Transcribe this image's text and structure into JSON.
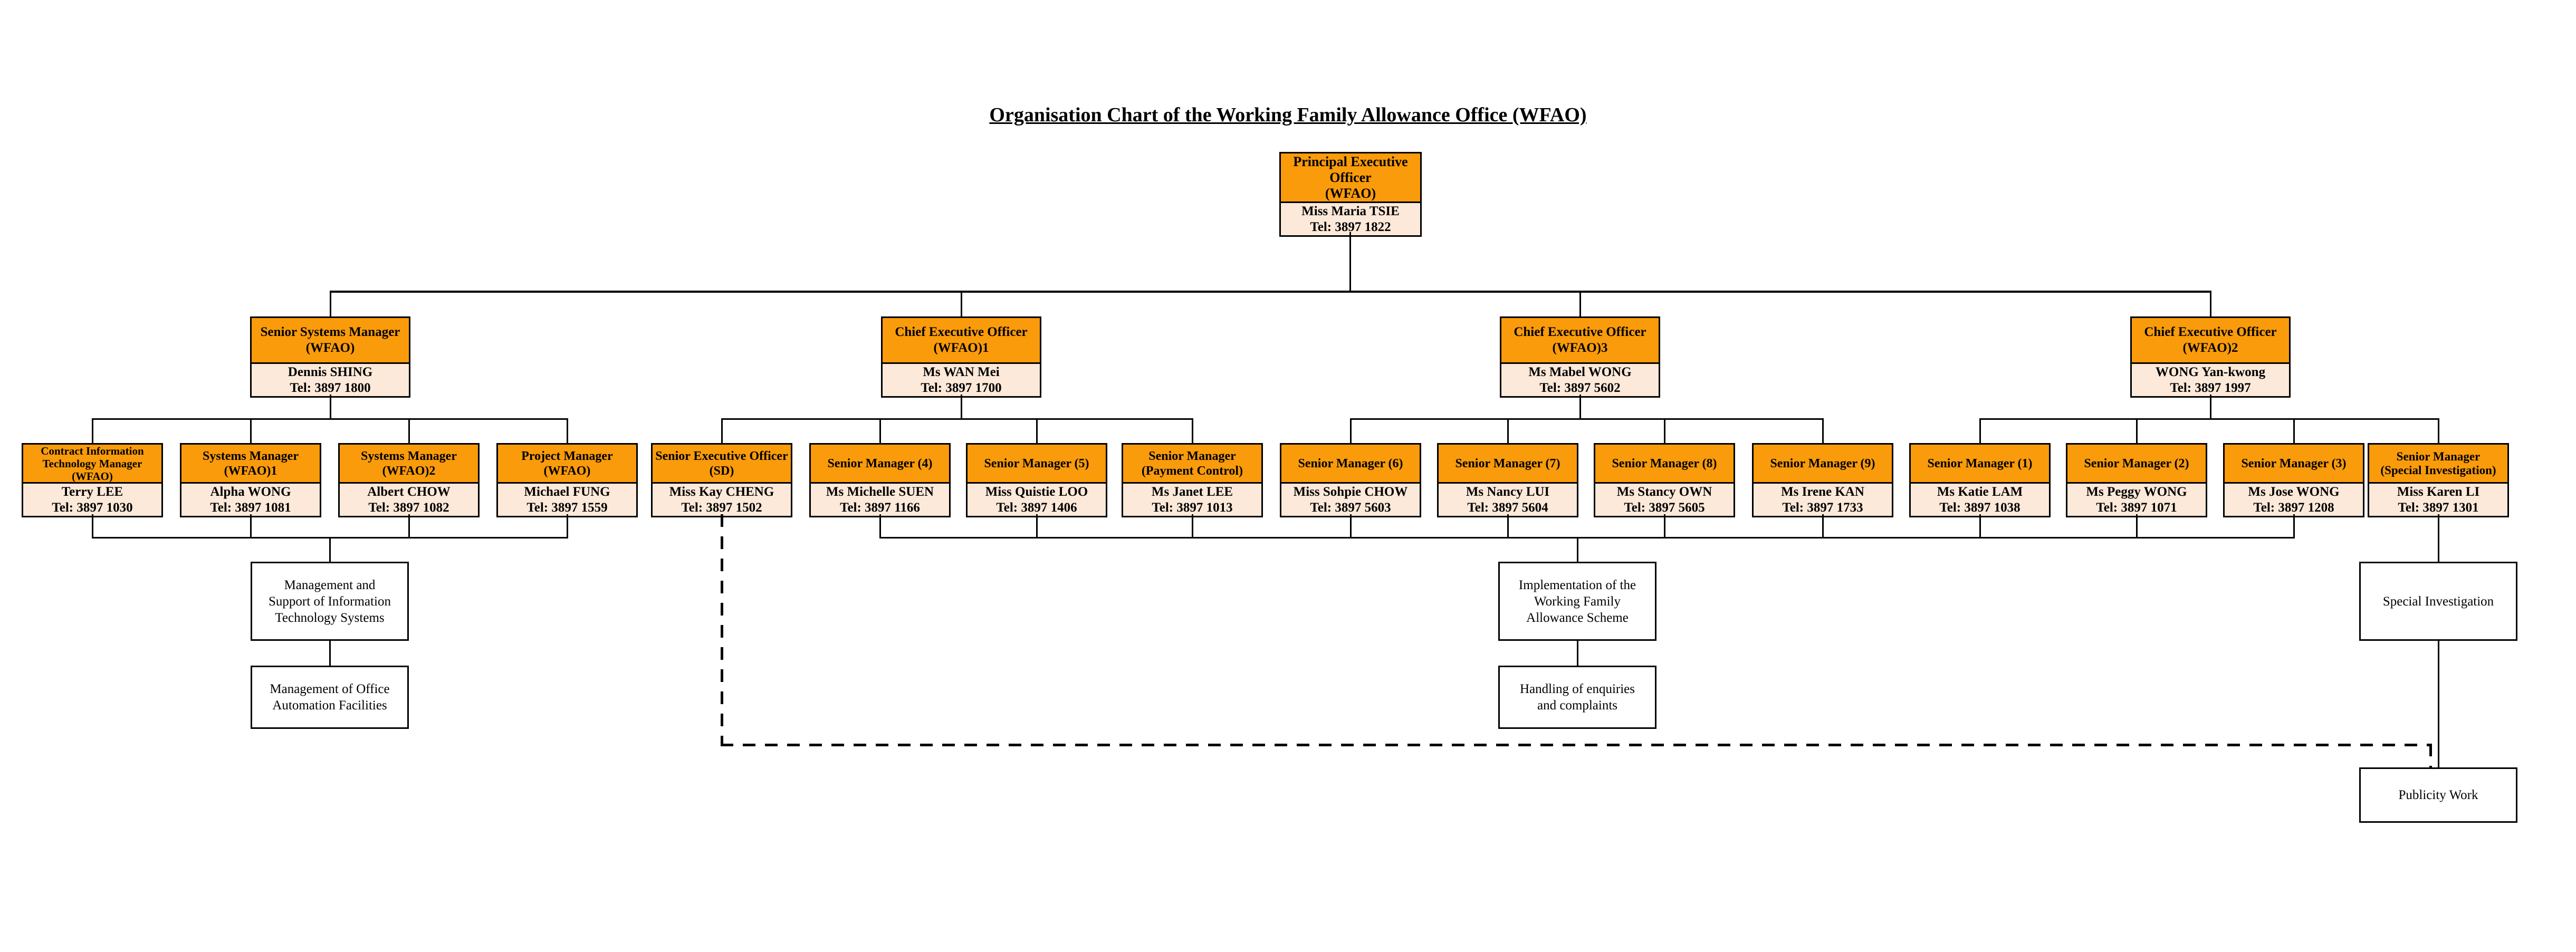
{
  "title": "Organisation Chart of the Working Family Allowance Office (WFAO)",
  "root": {
    "title": "Principal Executive\nOfficer\n(WFAO)",
    "name": "Miss Maria TSIE",
    "tel": "Tel: 3897 1822"
  },
  "level2": [
    {
      "title": "Senior Systems Manager\n(WFAO)",
      "name": "Dennis SHING",
      "tel": "Tel: 3897 1800"
    },
    {
      "title": "Chief Executive Officer\n(WFAO)1",
      "name": "Ms WAN Mei",
      "tel": "Tel: 3897 1700"
    },
    {
      "title": "Chief Executive Officer\n(WFAO)3",
      "name": "Ms Mabel WONG",
      "tel": "Tel: 3897 5602"
    },
    {
      "title": "Chief Executive Officer\n(WFAO)2",
      "name": "WONG Yan-kwong",
      "tel": "Tel: 3897 1997"
    }
  ],
  "level3": [
    {
      "title": "Contract Information\nTechnology Manager\n(WFAO)",
      "name": "Terry LEE",
      "tel": "Tel: 3897 1030"
    },
    {
      "title": "Systems Manager\n(WFAO)1",
      "name": "Alpha WONG",
      "tel": "Tel: 3897 1081"
    },
    {
      "title": "Systems Manager\n(WFAO)2",
      "name": "Albert CHOW",
      "tel": "Tel: 3897 1082"
    },
    {
      "title": "Project Manager\n(WFAO)",
      "name": "Michael FUNG",
      "tel": "Tel: 3897 1559"
    },
    {
      "title": "Senior Executive Officer\n(SD)",
      "name": "Miss Kay CHENG",
      "tel": "Tel: 3897 1502"
    },
    {
      "title": "Senior Manager (4)",
      "name": "Ms Michelle SUEN",
      "tel": "Tel: 3897 1166"
    },
    {
      "title": "Senior Manager (5)",
      "name": "Miss Quistie LOO",
      "tel": "Tel: 3897 1406"
    },
    {
      "title": "Senior Manager\n(Payment Control)",
      "name": "Ms Janet LEE",
      "tel": "Tel: 3897 1013"
    },
    {
      "title": "Senior Manager (6)",
      "name": "Miss Sohpie CHOW",
      "tel": "Tel: 3897 5603"
    },
    {
      "title": "Senior Manager (7)",
      "name": "Ms Nancy LUI",
      "tel": "Tel: 3897 5604"
    },
    {
      "title": "Senior Manager (8)",
      "name": "Ms Stancy OWN",
      "tel": "Tel: 3897 5605"
    },
    {
      "title": "Senior Manager (9)",
      "name": "Ms Irene KAN",
      "tel": "Tel: 3897 1733"
    },
    {
      "title": "Senior Manager (1)",
      "name": "Ms Katie LAM",
      "tel": "Tel: 3897 1038"
    },
    {
      "title": "Senior Manager (2)",
      "name": "Ms Peggy WONG",
      "tel": "Tel: 3897 1071"
    },
    {
      "title": "Senior Manager (3)",
      "name": "Ms Jose WONG",
      "tel": "Tel: 3897 1208"
    },
    {
      "title": "Senior Manager\n(Special Investigation)",
      "name": "Miss Karen LI",
      "tel": "Tel: 3897 1301"
    }
  ],
  "functions": {
    "it_systems": "Management and Support of Information Technology Systems",
    "office_automation": "Management of Office Automation Facilities",
    "wfa_scheme": "Implementation of the Working Family Allowance Scheme",
    "enquiries": "Handling of enquiries and complaints",
    "special_investigation": "Special Investigation",
    "publicity": "Publicity Work"
  },
  "colors": {
    "box_header": "#F99B0B",
    "box_body": "#FDE9D9",
    "line": "#000000",
    "background": "#FFFFFF"
  }
}
